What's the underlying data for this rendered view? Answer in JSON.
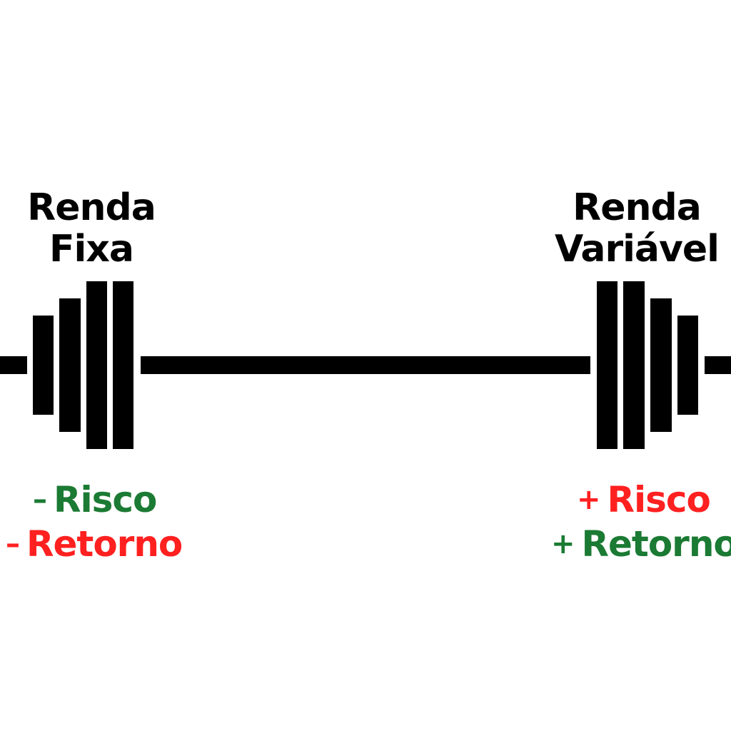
{
  "left": {
    "title_line1": "Renda",
    "title_line2": "Fixa",
    "line1": {
      "sign": "–",
      "text": "Risco",
      "color": "#1b7a33"
    },
    "line2": {
      "sign": "–",
      "text": "Retorno",
      "color": "#ff2020"
    }
  },
  "right": {
    "title_line1": "Renda",
    "title_line2": "Variável",
    "line1": {
      "sign": "+",
      "text": "Risco",
      "color": "#ff2020"
    },
    "line2": {
      "sign": "+",
      "text": "Retorno",
      "color": "#1b7a33"
    }
  }
}
